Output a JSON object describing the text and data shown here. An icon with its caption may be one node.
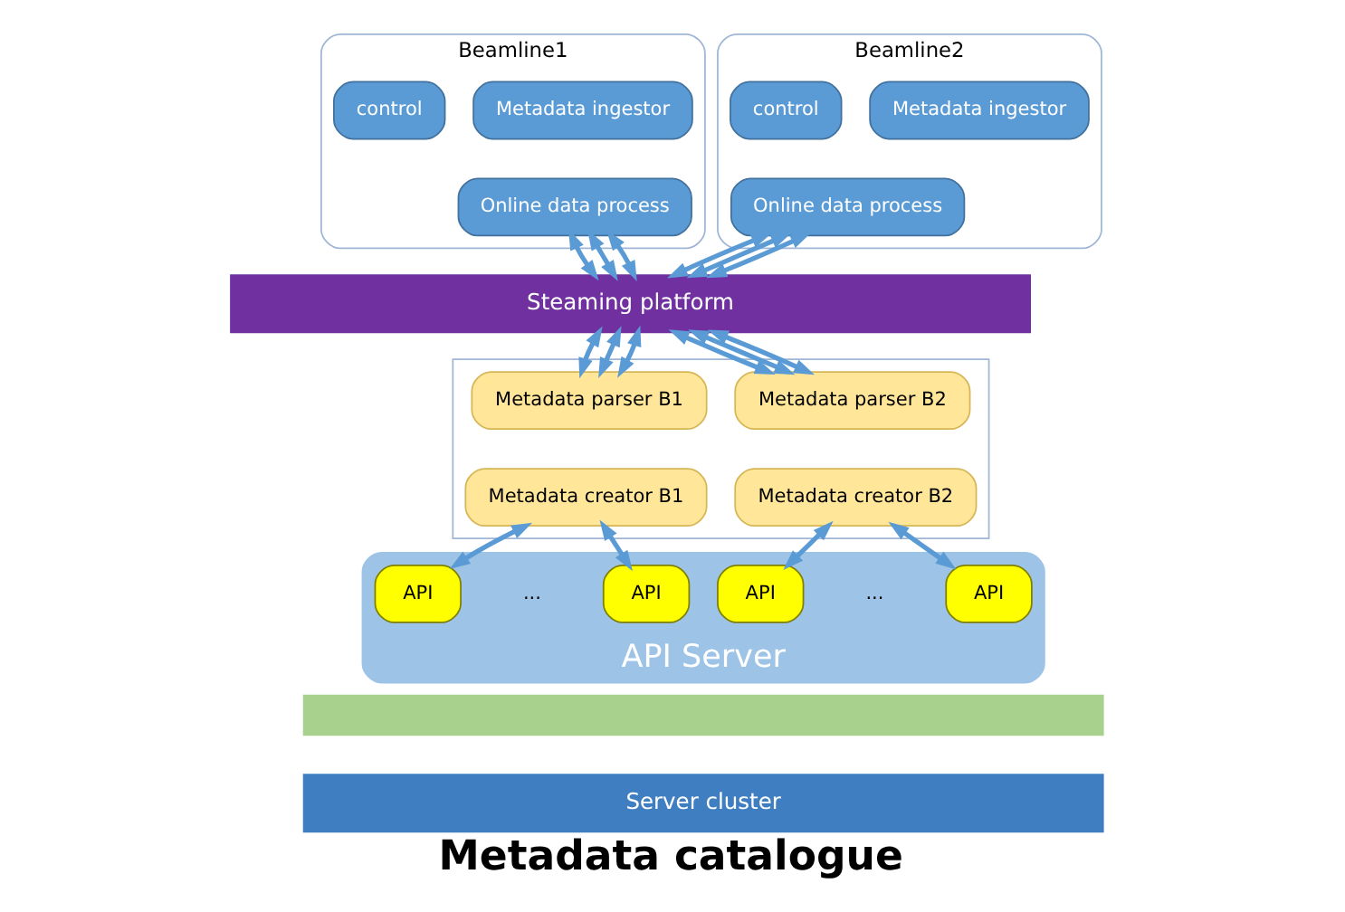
{
  "diagram": {
    "title": "Metadata catalogue",
    "nodes": [
      {
        "text": [
          "Beamline1"
        ]
      },
      {
        "text": [
          "control"
        ],
        "in": 0
      },
      {
        "text": [
          "Metadata ingestor"
        ],
        "in": 0
      },
      {
        "text": [
          "Online data process"
        ],
        "in": 0
      },
      {
        "text": [
          "Beamline2"
        ]
      },
      {
        "text": [
          "control"
        ],
        "in": 4
      },
      {
        "text": [
          "Metadata ingestor"
        ],
        "in": 4
      },
      {
        "text": [
          "Online data process"
        ],
        "in": 4
      },
      {
        "text": [
          "Steaming platform"
        ]
      },
      {
        "text": [],
        "shape": "box"
      },
      {
        "text": [
          "Metadata parser B1"
        ],
        "in": 9
      },
      {
        "text": [
          "Metadata creator B1"
        ],
        "in": 9
      },
      {
        "text": [
          "Metadata parser B2"
        ],
        "in": 9
      },
      {
        "text": [
          "Metadata creator B2"
        ],
        "in": 9
      },
      {
        "text": [
          "API Server"
        ]
      },
      {
        "text": [
          "API"
        ],
        "in": 14
      },
      {
        "text": [
          "API"
        ],
        "in": 14
      },
      {
        "text": [
          "API"
        ],
        "in": 14
      },
      {
        "text": [
          "API"
        ],
        "in": 14
      },
      {
        "text": [],
        "shape": "bar"
      },
      {
        "text": [
          "Server cluster"
        ]
      }
    ],
    "edges": [
      {
        "from": 3,
        "to": 8,
        "arrow": "both"
      },
      {
        "from": 3,
        "to": 8,
        "arrow": "both"
      },
      {
        "from": 3,
        "to": 8,
        "arrow": "both"
      },
      {
        "from": 7,
        "to": 8,
        "arrow": "both"
      },
      {
        "from": 7,
        "to": 8,
        "arrow": "both"
      },
      {
        "from": 7,
        "to": 8,
        "arrow": "both"
      },
      {
        "from": 8,
        "to": 10,
        "arrow": "both"
      },
      {
        "from": 8,
        "to": 10,
        "arrow": "both"
      },
      {
        "from": 8,
        "to": 10,
        "arrow": "both"
      },
      {
        "from": 8,
        "to": 12,
        "arrow": "both"
      },
      {
        "from": 8,
        "to": 12,
        "arrow": "both"
      },
      {
        "from": 8,
        "to": 12,
        "arrow": "both"
      },
      {
        "from": 11,
        "to": 15,
        "arrow": "both"
      },
      {
        "from": 11,
        "to": 16,
        "arrow": "both"
      },
      {
        "from": 13,
        "to": 17,
        "arrow": "both"
      },
      {
        "from": 13,
        "to": 18,
        "arrow": "both"
      }
    ],
    "labels": [
      "...",
      "..."
    ]
  }
}
